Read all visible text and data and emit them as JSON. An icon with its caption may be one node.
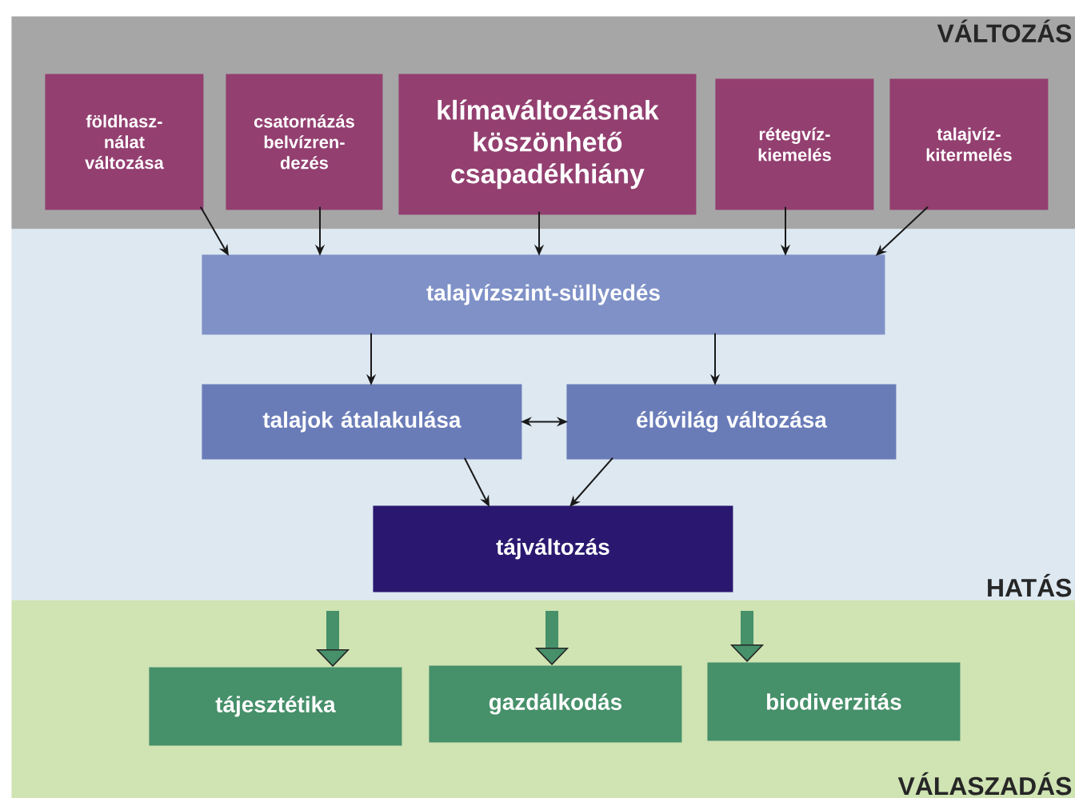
{
  "diagram": {
    "nodes": [
      {
        "text": [
          "VÁLTOZÁS"
        ]
      },
      {
        "text": [
          "földhasz- nálat változása"
        ],
        "in": 0
      },
      {
        "text": [
          "csatornázás belvízren- dezés"
        ],
        "in": 0
      },
      {
        "text": [
          "klímaváltozásnak köszönhető csapadékhiány"
        ],
        "in": 0
      },
      {
        "text": [
          "rétegvíz- kiemelés"
        ],
        "in": 0
      },
      {
        "text": [
          "talajvíz- kitermelés"
        ],
        "in": 0
      },
      {
        "text": [
          "HATÁS"
        ]
      },
      {
        "text": [
          "talajvízszint-süllyedés"
        ],
        "in": 6
      },
      {
        "text": [
          "talajok átalakulása"
        ],
        "in": 6
      },
      {
        "text": [
          "élővilág változása"
        ],
        "in": 6
      },
      {
        "text": [
          "tájváltozás"
        ],
        "in": 6
      },
      {
        "text": [
          "VÁLASZADÁS"
        ]
      },
      {
        "text": [
          "tájesztétika"
        ],
        "in": 11
      },
      {
        "text": [
          "gazdálkodás"
        ],
        "in": 11
      },
      {
        "text": [
          "biodiverzitás"
        ],
        "in": 11
      }
    ],
    "edges": [
      {
        "from": 1,
        "to": 7,
        "arrow": "to"
      },
      {
        "from": 2,
        "to": 7,
        "arrow": "to"
      },
      {
        "from": 3,
        "to": 7,
        "arrow": "to"
      },
      {
        "from": 4,
        "to": 7,
        "arrow": "to"
      },
      {
        "from": 5,
        "to": 7,
        "arrow": "to"
      },
      {
        "from": 7,
        "to": 8,
        "arrow": "to"
      },
      {
        "from": 7,
        "to": 9,
        "arrow": "to"
      },
      {
        "from": 8,
        "to": 9,
        "arrow": "both"
      },
      {
        "from": 8,
        "to": 10,
        "arrow": "to"
      },
      {
        "from": 9,
        "to": 10,
        "arrow": "to"
      },
      {
        "from": null,
        "to": 12,
        "arrow": "to",
        "style": "thick",
        "color": "#46906a"
      },
      {
        "from": null,
        "to": 13,
        "arrow": "to",
        "style": "thick",
        "color": "#46906a"
      },
      {
        "from": null,
        "to": 14,
        "arrow": "to",
        "style": "thick",
        "color": "#46906a"
      }
    ]
  }
}
